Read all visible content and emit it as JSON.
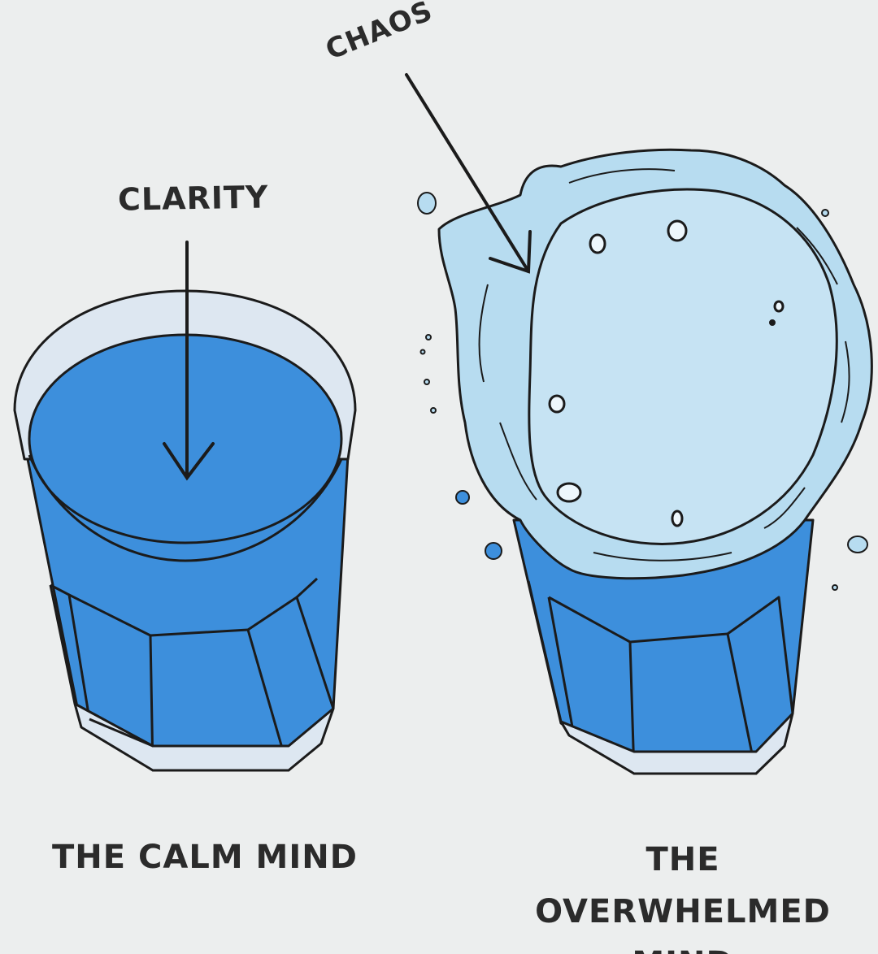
{
  "labels": {
    "clarity": "CLARITY",
    "chaos": "CHAOS"
  },
  "captions": {
    "calm": "THE CALM MIND",
    "overwhelmed": "THE OVERWHELMED MIND"
  },
  "colors": {
    "background": "#eceeee",
    "water_calm": "#3d8fdc",
    "water_dark": "#2f7fd0",
    "splash": "#b7dcf0",
    "glass_rim": "#dde7f1",
    "outline": "#1b1b1b"
  }
}
